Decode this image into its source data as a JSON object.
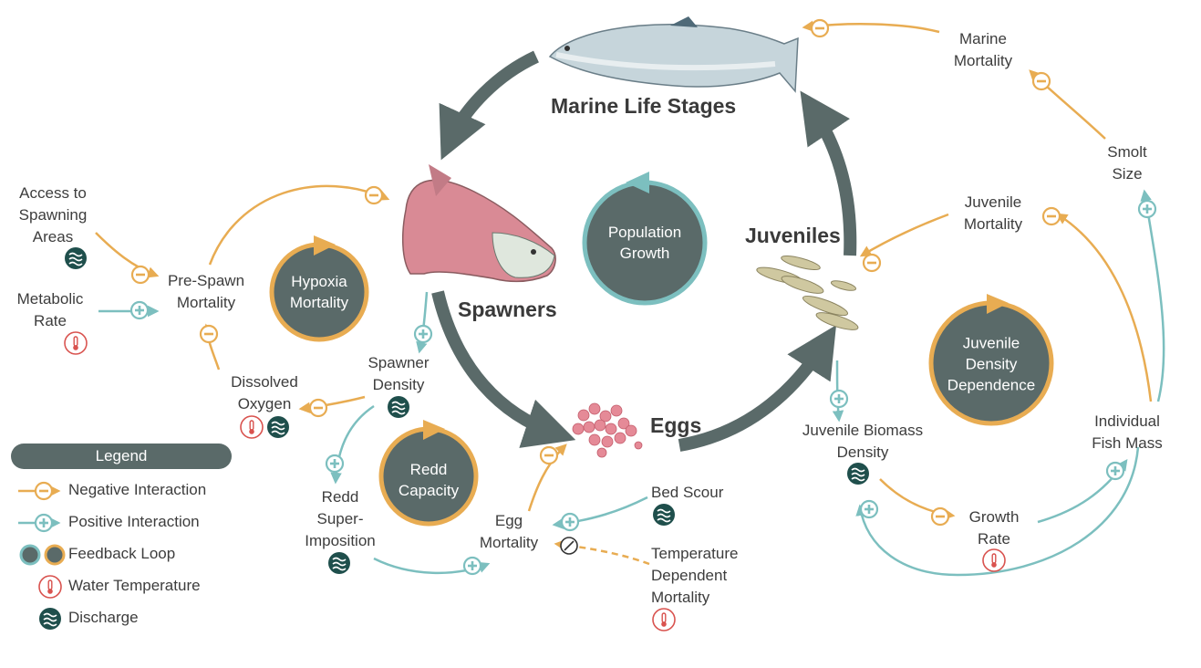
{
  "stages": {
    "marine": "Marine Life Stages",
    "spawners": "Spawners",
    "eggs": "Eggs",
    "juveniles": "Juveniles"
  },
  "loops": {
    "population": "Population\nGrowth",
    "hypoxia": "Hypoxia\nMortality",
    "redd": "Redd\nCapacity",
    "juvenile_density": "Juvenile\nDensity\nDependence"
  },
  "factors": {
    "access": "Access to\nSpawning\nAreas",
    "metabolic": "Metabolic\nRate",
    "prespawn": "Pre-Spawn\nMortality",
    "dissolved_oxygen": "Dissolved\nOxygen",
    "spawner_density": "Spawner\nDensity",
    "redd_super": "Redd\nSuper-\nImposition",
    "egg_mortality": "Egg\nMortality",
    "bed_scour": "Bed Scour",
    "temp_dependent": "Temperature\nDependent\nMortality",
    "marine_mortality": "Marine\nMortality",
    "smolt_size": "Smolt\nSize",
    "juvenile_mortality": "Juvenile\nMortality",
    "juvenile_biomass": "Juvenile Biomass\nDensity",
    "growth_rate": "Growth\nRate",
    "individual_mass": "Individual\nFish Mass"
  },
  "legend": {
    "title": "Legend",
    "negative": "Negative Interaction",
    "positive": "Positive Interaction",
    "feedback": "Feedback Loop",
    "temperature": "Water Temperature",
    "discharge": "Discharge"
  },
  "colors": {
    "negative": "#e8ac52",
    "positive": "#7cbfbf",
    "stage_arrow": "#5a6a69",
    "temperature": "#d9534f",
    "discharge": "#1f4f4c"
  },
  "icons": [
    "minus-icon",
    "plus-icon",
    "thermometer-icon",
    "wave-icon",
    "salmon-illustration",
    "eggs-illustration",
    "juveniles-illustration"
  ]
}
